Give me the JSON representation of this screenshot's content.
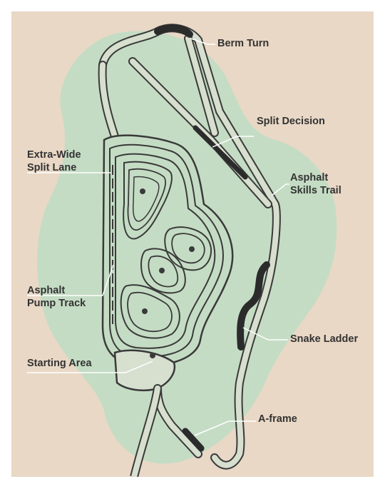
{
  "colors": {
    "frame_background": "#e9d8c6",
    "green_area": "#c4dcc4",
    "trail_line": "#3a3a3a",
    "trail_fill": "#d7dfcf",
    "feature_highlight": "#2b2b2b",
    "label_text": "#333333",
    "leader_line": "#ffffff"
  },
  "labels": {
    "berm_turn": "Berm Turn",
    "split_decision": "Split Decision",
    "extra_wide_line1": "Extra-Wide",
    "extra_wide_line2": "Split Lane",
    "asphalt_skills_line1": "Asphalt",
    "asphalt_skills_line2": "Skills Trail",
    "pump_track_line1": "Asphalt",
    "pump_track_line2": "Pump Track",
    "snake_ladder": "Snake Ladder",
    "starting_area": "Starting Area",
    "a_frame": "A-frame"
  }
}
